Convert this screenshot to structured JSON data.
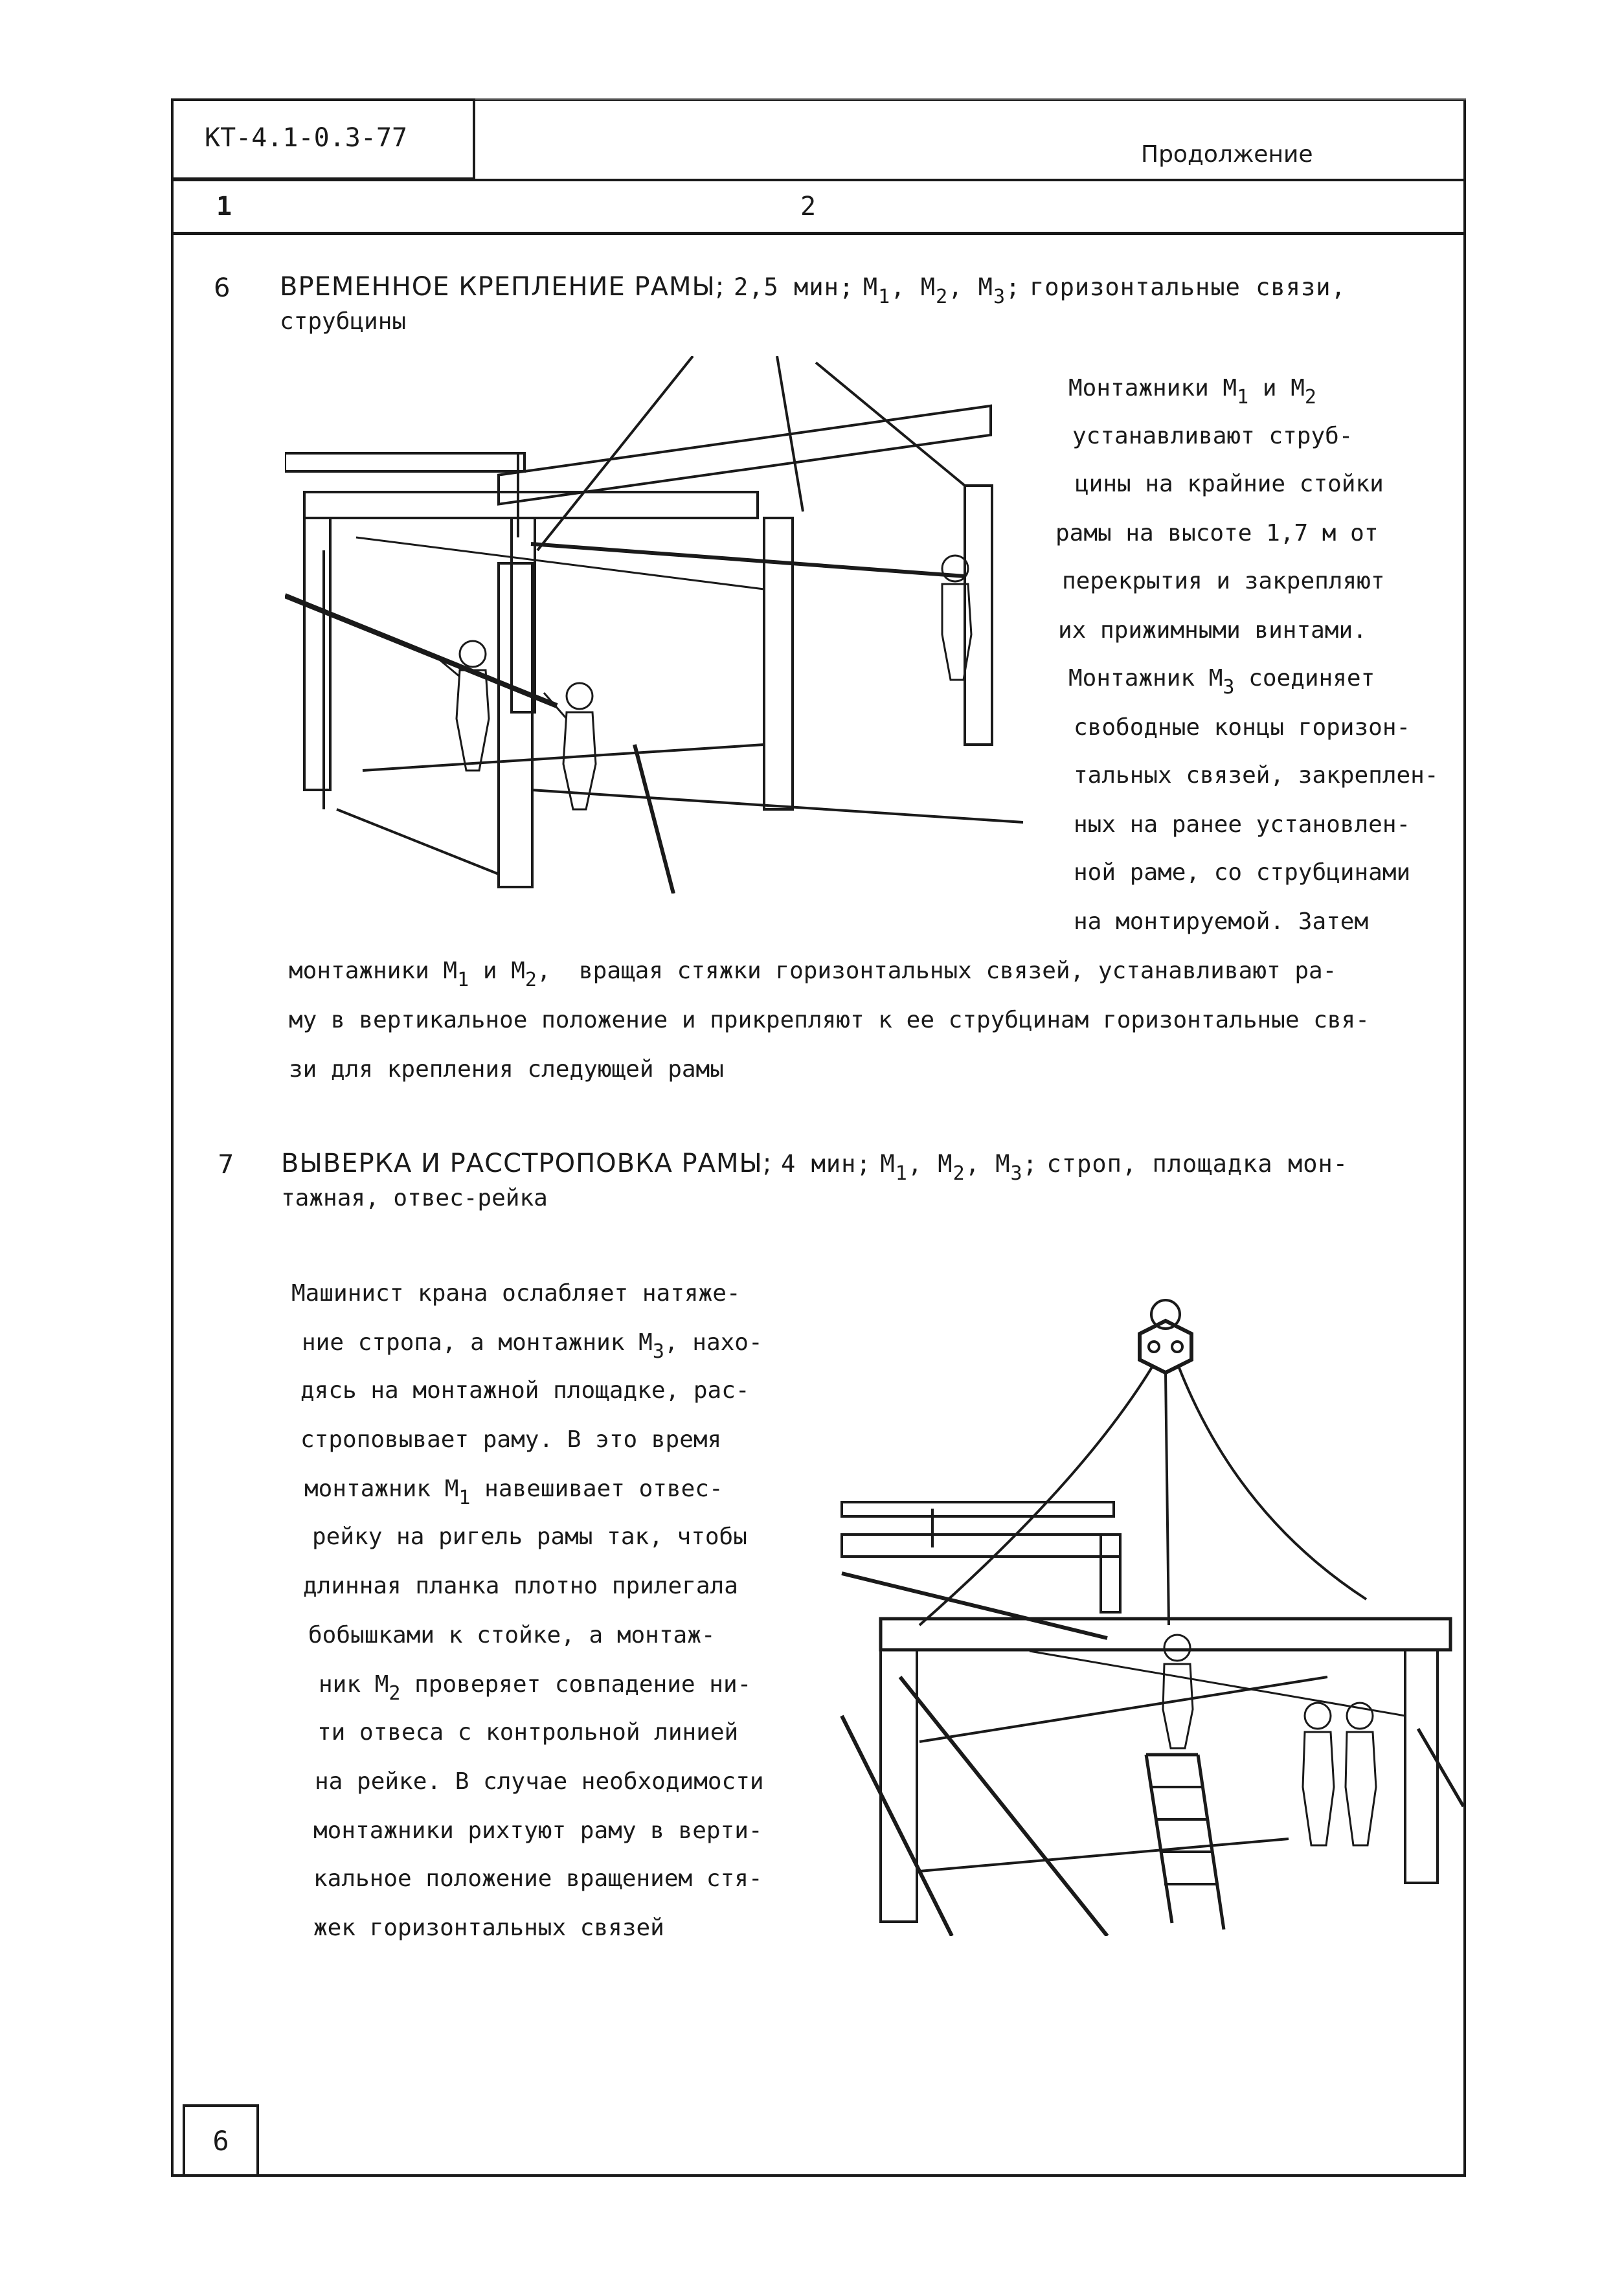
{
  "header": {
    "doc_code": "КТ-4.1-0.3-77",
    "continuation": "Продолжение",
    "col1": "1",
    "col2": "2"
  },
  "step6": {
    "number": "6",
    "title": "ВРЕМЕННОЕ КРЕПЛЕНИЕ РАМЫ;",
    "time": "2,5 мин;",
    "workers": [
      "М",
      "1",
      "М",
      "2",
      "М",
      "3"
    ],
    "tools_line1": "горизонтальные связи,",
    "tools_line2": "струбцины",
    "text_side": [
      "Монтажники М",
      "и М",
      "устанавливают струб-",
      "цины на крайние стойки",
      "рамы на высоте 1,7 м от",
      "перекрытия и закрепляют",
      "их прижимными винтами.",
      "Монтажник М",
      "соединяет",
      "свободные концы горизон-",
      "тальных связей, закреплен-",
      "ных на ранее установлен-",
      "ной раме, со струбцинами",
      "на монтируемой. Затем"
    ],
    "text_full": [
      "монтажники М",
      "и М",
      "вращая стяжки горизонтальных связей, устанавливают ра-",
      "му в вертикальное положение и прикрепляют к ее струбцинам горизонтальные свя-",
      "зи для крепления следующей рамы"
    ]
  },
  "step7": {
    "number": "7",
    "title": "ВЫВЕРКА И РАССТРОПОВКА РАМЫ;",
    "time": "4 мин;",
    "tools_line1": "строп, площадка мон-",
    "tools_line2": "тажная, отвес-рейка",
    "text": [
      "Машинист крана ослабляет натяже-",
      "ние стропа, а монтажник М",
      ", нахо-",
      "дясь на монтажной площадке, рас-",
      "строповывает раму. В это время",
      "монтажник М",
      "навешивает отвес-",
      "рейку на ригель рамы так, чтобы",
      "длинная планка плотно прилегала",
      "бобышками к стойке, а монтаж-",
      "ник М",
      "проверяет совпадение ни-",
      "ти отвеса с контрольной линией",
      "на рейке. В случае необходимости",
      "монтажники рихтуют раму в верти-",
      "кальное положение вращением стя-",
      "жек горизонтальных связей"
    ]
  },
  "subs": {
    "s1": "1",
    "s2": "2",
    "s3": "3"
  },
  "page_number": "6"
}
